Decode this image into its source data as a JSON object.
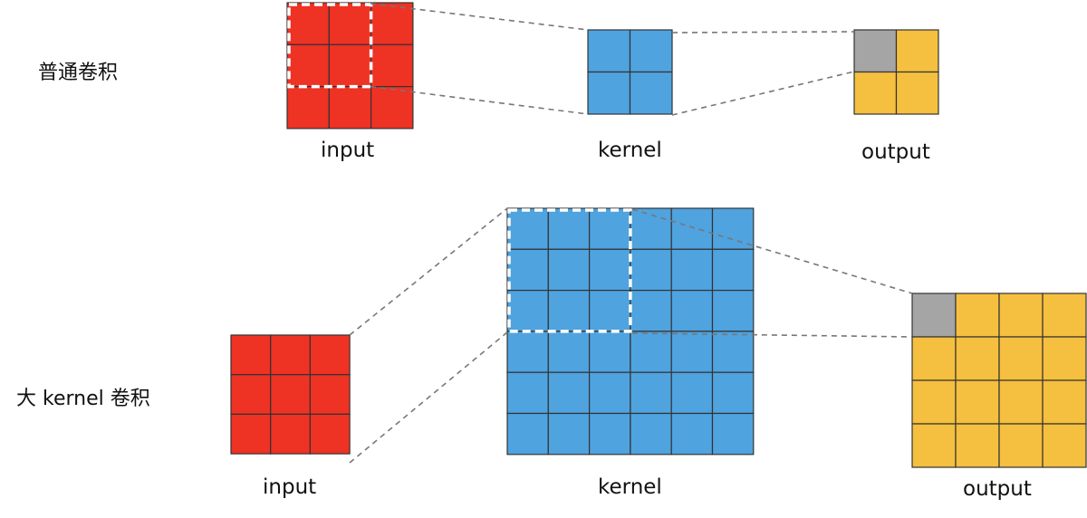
{
  "rows": {
    "normal": {
      "title": "普通卷积",
      "input_label": "input",
      "kernel_label": "kernel",
      "output_label": "output",
      "input_grid": {
        "rows": 3,
        "cols": 3,
        "window_size": 2
      },
      "kernel_grid": {
        "rows": 2,
        "cols": 2
      },
      "output_grid": {
        "rows": 2,
        "cols": 2,
        "highlight_cells": 1
      }
    },
    "large": {
      "title": "大 kernel 卷积",
      "input_label": "input",
      "kernel_label": "kernel",
      "output_label": "output",
      "input_grid": {
        "rows": 3,
        "cols": 3
      },
      "kernel_grid": {
        "rows": 6,
        "cols": 6,
        "window_size": 3
      },
      "output_grid": {
        "rows": 4,
        "cols": 4,
        "highlight_cells": 1
      }
    }
  },
  "colors": {
    "input": "#ee3224",
    "kernel": "#4fa3df",
    "output": "#f5bf3f",
    "highlight": "#a5a5a5",
    "grid_line": "#333333",
    "window": "#ffffff",
    "connector": "#777777"
  }
}
